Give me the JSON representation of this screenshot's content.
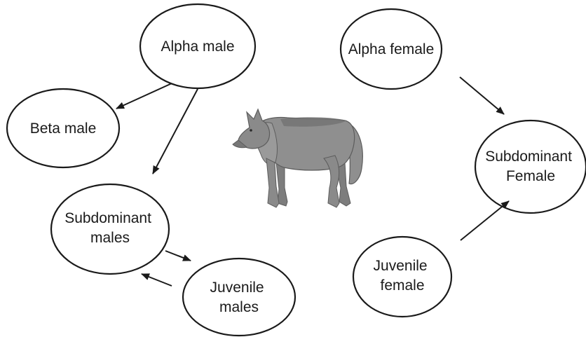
{
  "nodes": {
    "alpha_male": {
      "lines": [
        "Alpha male"
      ]
    },
    "beta_male": {
      "lines": [
        "Beta male"
      ]
    },
    "subdominant_males": {
      "lines": [
        "Subdominant",
        "males"
      ]
    },
    "juvenile_males": {
      "lines": [
        "Juvenile",
        "males"
      ]
    },
    "alpha_female": {
      "lines": [
        "Alpha female"
      ]
    },
    "subdominant_female": {
      "lines": [
        "Subdominant",
        "Female"
      ]
    },
    "juvenile_female": {
      "lines": [
        "Juvenile",
        "female"
      ]
    }
  },
  "edges": [
    {
      "from": "alpha_male",
      "to": "beta_male"
    },
    {
      "from": "alpha_male",
      "to": "subdominant_males"
    },
    {
      "from": "subdominant_males",
      "to": "juvenile_males"
    },
    {
      "from": "juvenile_males",
      "to": "subdominant_males"
    },
    {
      "from": "alpha_female",
      "to": "subdominant_female"
    },
    {
      "from": "juvenile_female",
      "to": "subdominant_female"
    }
  ],
  "center_image": {
    "icon": "wolf-icon"
  },
  "colors": {
    "stroke": "#1a1a1a",
    "wolf_body": "#8f8f8f",
    "wolf_dark": "#5c5c5c"
  }
}
